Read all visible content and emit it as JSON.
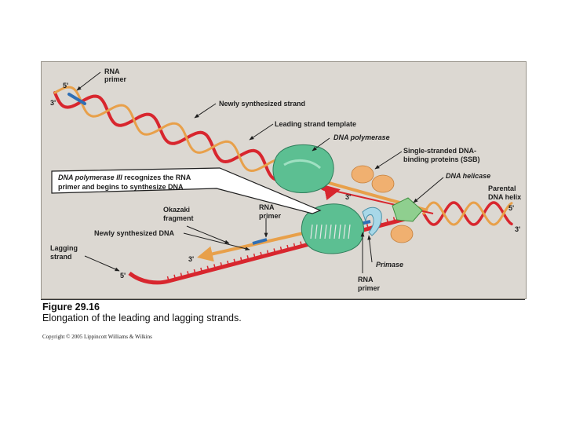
{
  "figure": {
    "number": "Figure 29.16",
    "caption": "Elongation of the leading and lagging strands.",
    "copyright": "Copyright © 2005 Lippincott Williams & Wilkins"
  },
  "labels": {
    "rna_primer_top_1": "RNA",
    "rna_primer_top_2": "primer",
    "five_prime_top": "5'",
    "three_prime_top": "3'",
    "newly_synthesized_strand": "Newly synthesized strand",
    "leading_strand_template": "Leading strand template",
    "dna_polymerase": "DNA polymerase",
    "ssb_1": "Single-stranded DNA-",
    "ssb_2": "binding proteins (SSB)",
    "dna_helicase": "DNA helicase",
    "parental_helix_1": "Parental",
    "parental_helix_2": "DNA helix",
    "five_prime_right": "5'",
    "three_prime_right": "3'",
    "three_prime_mid": "3'",
    "okazaki_1": "Okazaki",
    "okazaki_2": "fragment",
    "rna_primer_mid_1": "RNA",
    "rna_primer_mid_2": "primer",
    "newly_synthesized_dna": "Newly synthesized DNA",
    "lagging_strand_1": "Lagging",
    "lagging_strand_2": "strand",
    "three_prime_lag": "3'",
    "five_prime_lag": "5'",
    "primase": "Primase",
    "rna_primer_bottom_1": "RNA",
    "rna_primer_bottom_2": "primer"
  },
  "callout": {
    "line1_em": "DNA polymerase III",
    "line1_rest": " recognizes the RNA",
    "line2": "primer and begins to synthesize DNA"
  },
  "colors": {
    "panel_bg": "#dcd8d2",
    "new_strand_red": "#d8262e",
    "template_strand_orange": "#e8a04a",
    "rna_primer_blue": "#2f6fb5",
    "polymerase_green": "#5cbf92",
    "ssb_orange": "#f0b070",
    "helicase_green": "#8fcf8f",
    "primase_blue": "#a8d8e8"
  }
}
